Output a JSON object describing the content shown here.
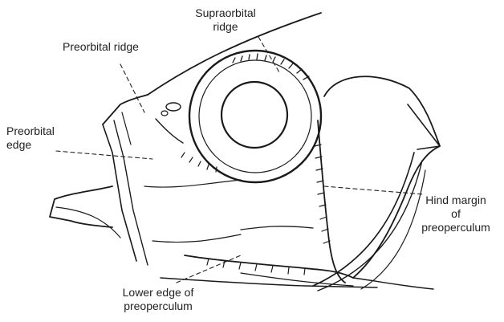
{
  "labels": {
    "supraorbital_ridge": [
      "Supraorbital",
      "ridge"
    ],
    "preorbital_ridge": "Preorbital ridge",
    "preorbital_edge": [
      "Preorbital",
      "edge"
    ],
    "hind_margin": [
      "Hind margin",
      "of",
      "preoperculum"
    ],
    "lower_edge": [
      "Lower edge of",
      "preoperculum"
    ]
  },
  "colors": {
    "ink": "#1a1a1a",
    "text": "#222222",
    "background": "#ffffff"
  }
}
